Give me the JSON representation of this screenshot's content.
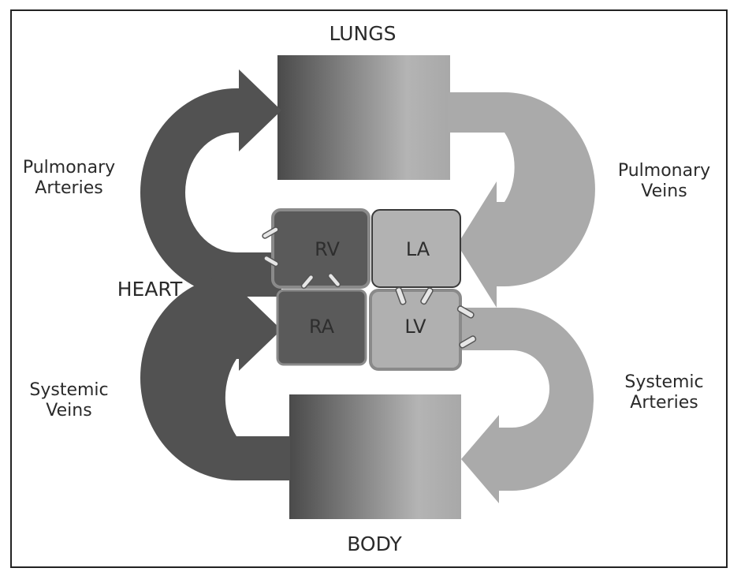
{
  "organs": {
    "lungs": "LUNGS",
    "heart": "HEART",
    "body": "BODY"
  },
  "vessels": {
    "pulmonary_arteries": [
      "Pulmonary",
      "Arteries"
    ],
    "pulmonary_veins": [
      "Pulmonary",
      "Veins"
    ],
    "systemic_veins": [
      "Systemic",
      "Veins"
    ],
    "systemic_arteries": [
      "Systemic",
      "Arteries"
    ]
  },
  "chambers": {
    "rv": "RV",
    "la": "LA",
    "ra": "RA",
    "lv": "LV"
  },
  "colors": {
    "deoxygenated": "#525252",
    "oxygenated": "#aaaaaa",
    "border": "#222222"
  }
}
